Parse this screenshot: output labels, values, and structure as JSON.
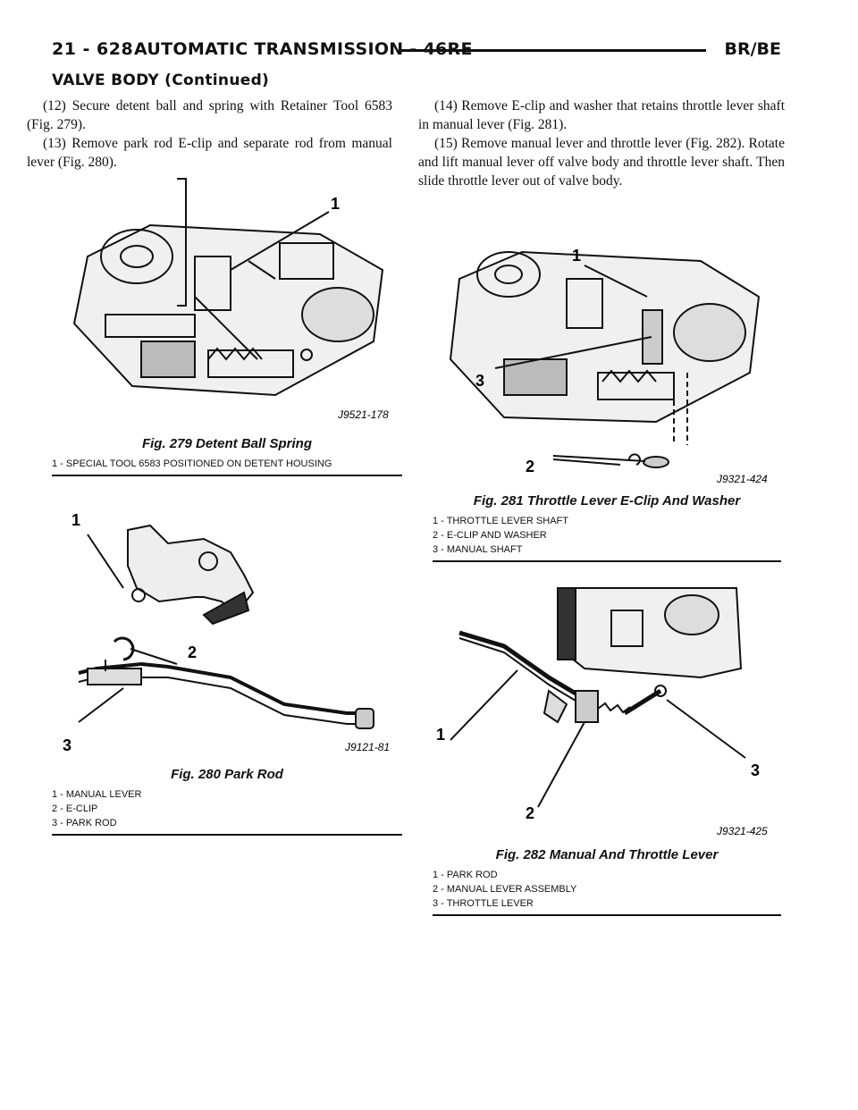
{
  "header": {
    "page_number": "21 - 628",
    "title": "AUTOMATIC TRANSMISSION - 46RE",
    "model": "BR/BE"
  },
  "section_title": "VALVE BODY (Continued)",
  "left_column": {
    "paragraphs": [
      "(12) Secure detent ball and spring with Retainer Tool 6583 (Fig. 279).",
      "(13) Remove park rod E-clip and separate rod from manual lever (Fig. 280)."
    ]
  },
  "right_column": {
    "paragraphs": [
      "(14) Remove E-clip and washer that retains throttle lever shaft in manual lever (Fig. 281).",
      "(15) Remove manual lever and throttle lever (Fig. 282). Rotate and lift manual lever off valve body and throttle lever shaft. Then slide throttle lever out of valve body."
    ]
  },
  "figures": [
    {
      "caption": "Fig. 279 Detent Ball Spring",
      "code": "J9521-178",
      "callouts": [
        "1"
      ],
      "legend": [
        "1 - SPECIAL TOOL 6583 POSITIONED ON DETENT HOUSING"
      ]
    },
    {
      "caption": "Fig. 280 Park Rod",
      "code": "J9121-81",
      "callouts": [
        "1",
        "2",
        "3"
      ],
      "legend": [
        "1 - MANUAL LEVER",
        "2 - E-CLIP",
        "3 - PARK ROD"
      ]
    },
    {
      "caption": "Fig. 281 Throttle Lever E-Clip And Washer",
      "code": "J9321-424",
      "callouts": [
        "1",
        "2",
        "3"
      ],
      "legend": [
        "1 - THROTTLE LEVER SHAFT",
        "2 - E-CLIP AND WASHER",
        "3 - MANUAL SHAFT"
      ]
    },
    {
      "caption": "Fig. 282 Manual And Throttle Lever",
      "code": "J9321-425",
      "callouts": [
        "1",
        "2",
        "3"
      ],
      "legend": [
        "1 - PARK ROD",
        "2 - MANUAL LEVER ASSEMBLY",
        "3 - THROTTLE LEVER"
      ]
    }
  ]
}
